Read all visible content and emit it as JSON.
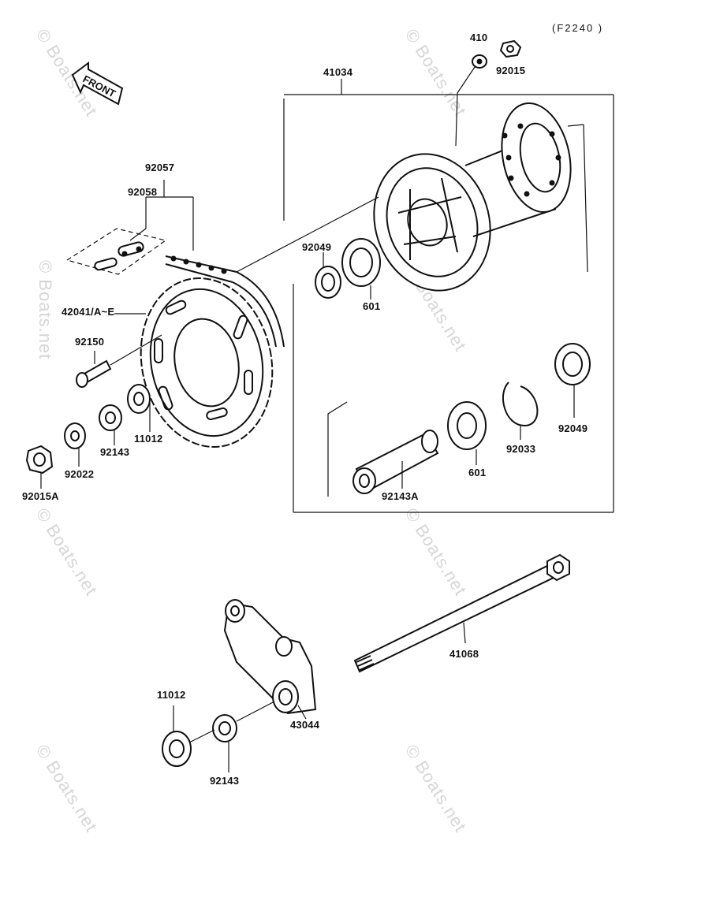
{
  "figure_code": "(F2240 )",
  "front_arrow_text": "FRONT",
  "watermark_text": "© Boats.net",
  "part_labels": {
    "p41034": "41034",
    "p410": "410",
    "p92015": "92015",
    "p92057": "92057",
    "p92058": "92058",
    "p42041": "42041/A~E",
    "p92150": "92150",
    "p92049_top": "92049",
    "p601_top": "601",
    "p11012_top": "11012",
    "p92143_top": "92143",
    "p92022": "92022",
    "p92015A": "92015A",
    "p92049_right": "92049",
    "p92033": "92033",
    "p601_mid": "601",
    "p92143A": "92143A",
    "p41068": "41068",
    "p43044": "43044",
    "p11012_bottom": "11012",
    "p92143_bottom": "92143"
  },
  "colors": {
    "ink": "#111111",
    "watermark": "#d6d6d6",
    "background": "#ffffff"
  }
}
